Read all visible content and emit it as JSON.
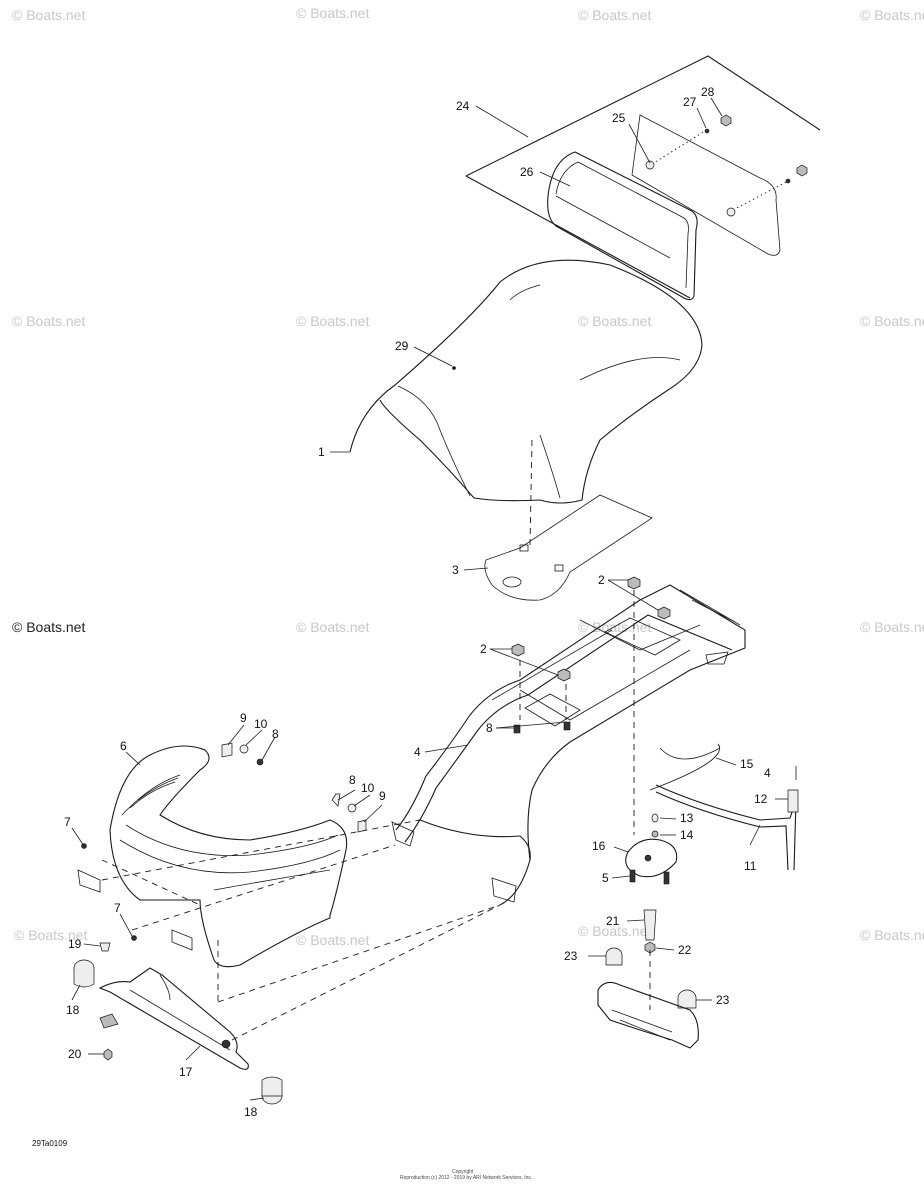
{
  "watermark": "© Boats.net",
  "watermark_inline": "© Boats.net",
  "drawing_code": "29Ta0109",
  "footer_copyright": "Copyright",
  "footer_line": "Reproduction (c) 2012 - 2019 by ARI Network Services, Inc.",
  "callouts": {
    "c1": "1",
    "c2a": "2",
    "c2b": "2",
    "c3": "3",
    "c4a": "4",
    "c4b": "4",
    "c5": "5",
    "c6": "6",
    "c7a": "7",
    "c7b": "7",
    "c8a": "8",
    "c8b": "8",
    "c8c": "8",
    "c9a": "9",
    "c9b": "9",
    "c10a": "10",
    "c10b": "10",
    "c11": "11",
    "c12": "12",
    "c13": "13",
    "c14": "14",
    "c15": "15",
    "c16": "16",
    "c17": "17",
    "c18a": "18",
    "c18b": "18",
    "c19": "19",
    "c20": "20",
    "c21": "21",
    "c22": "22",
    "c23a": "23",
    "c23b": "23",
    "c24": "24",
    "c25": "25",
    "c26": "26",
    "c27": "27",
    "c28": "28",
    "c29": "29"
  }
}
